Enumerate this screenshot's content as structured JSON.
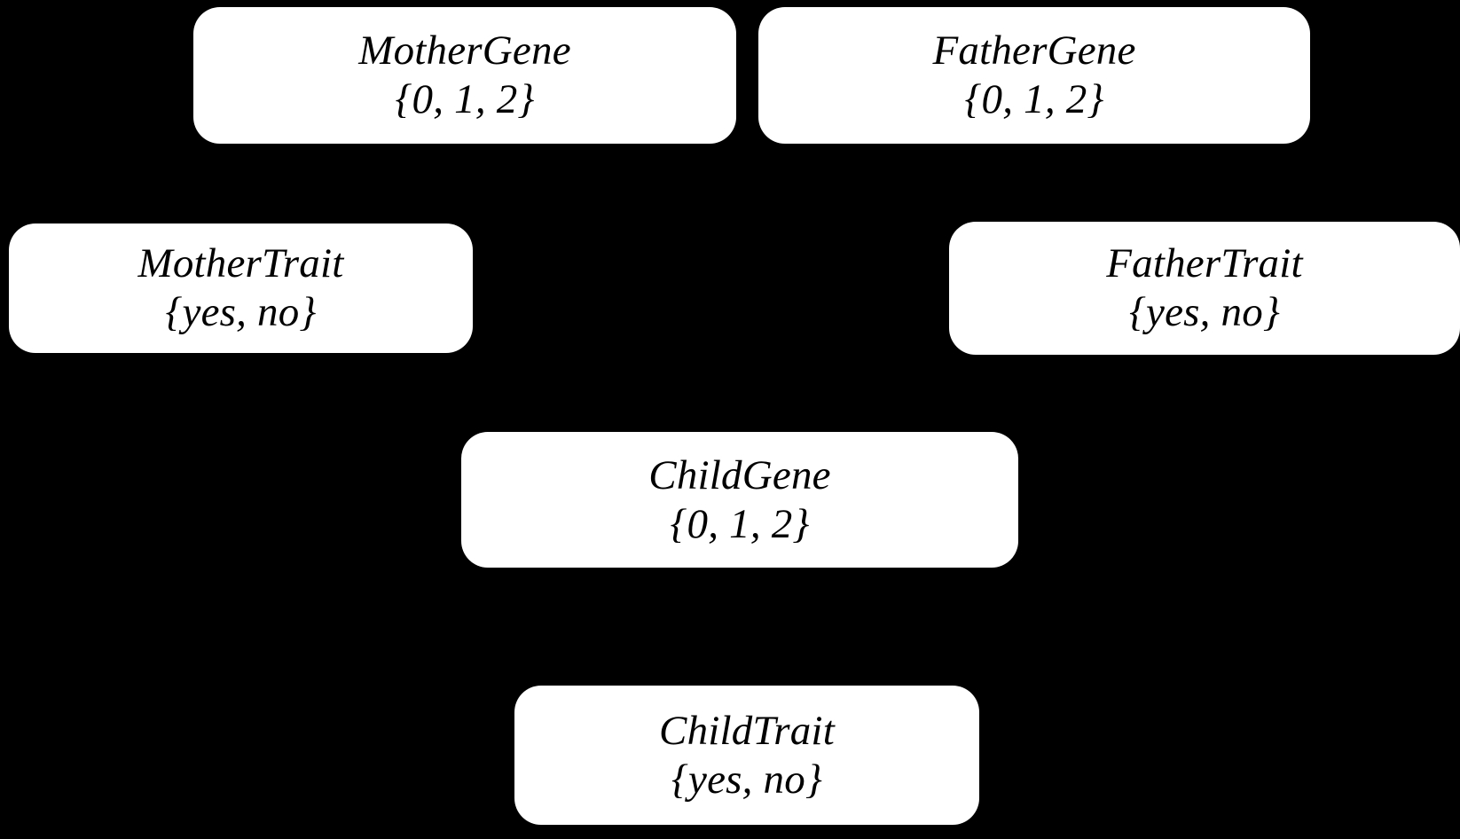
{
  "diagram": {
    "type": "bayesian-network",
    "title": "",
    "background_color": "#000000",
    "node_fill_color": "#ffffff",
    "node_text_color": "#000000",
    "nodes": [
      {
        "id": "mother-gene",
        "label": "MotherGene",
        "domain": "{0, 1, 2}"
      },
      {
        "id": "father-gene",
        "label": "FatherGene",
        "domain": "{0, 1, 2}"
      },
      {
        "id": "mother-trait",
        "label": "MotherTrait",
        "domain": "{yes, no}"
      },
      {
        "id": "father-trait",
        "label": "FatherTrait",
        "domain": "{yes, no}"
      },
      {
        "id": "child-gene",
        "label": "ChildGene",
        "domain": "{0, 1, 2}"
      },
      {
        "id": "child-trait",
        "label": "ChildTrait",
        "domain": "{yes, no}"
      }
    ]
  }
}
